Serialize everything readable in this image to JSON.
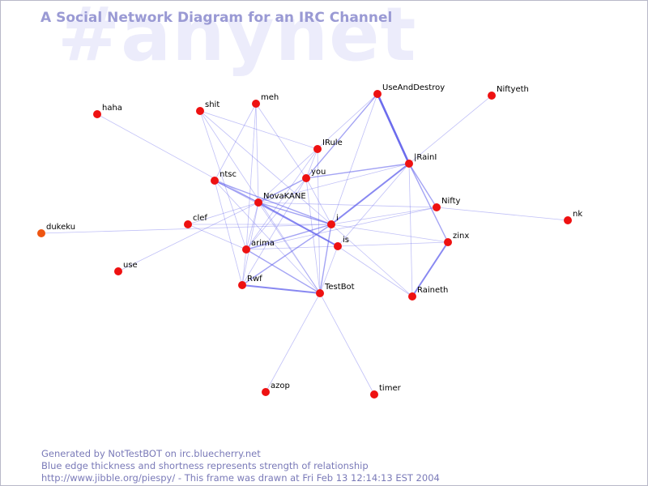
{
  "watermark": "#anynet",
  "title": "A Social Network Diagram for an IRC Channel",
  "colors": {
    "edge": "#5a5aeb",
    "node": "#ee1111",
    "node_alt": "#ee5511",
    "watermark": "#ececfb",
    "text": "#7a7ab8"
  },
  "nodes": [
    {
      "id": "haha",
      "label": "haha"
    },
    {
      "id": "shit",
      "label": "shit"
    },
    {
      "id": "meh",
      "label": "meh"
    },
    {
      "id": "UseAndDestroy",
      "label": "UseAndDestroy"
    },
    {
      "id": "Niftyeth",
      "label": "Niftyeth"
    },
    {
      "id": "IRule",
      "label": "IRule"
    },
    {
      "id": "IRainI",
      "label": "|RainI"
    },
    {
      "id": "you",
      "label": "you"
    },
    {
      "id": "ntsc",
      "label": "ntsc"
    },
    {
      "id": "NovaKANE",
      "label": "NovaKANE"
    },
    {
      "id": "Nifty",
      "label": "Nifty"
    },
    {
      "id": "nk",
      "label": "nk"
    },
    {
      "id": "dukeku",
      "label": "dukeku"
    },
    {
      "id": "clef",
      "label": "clef"
    },
    {
      "id": "i",
      "label": "i"
    },
    {
      "id": "zinx",
      "label": "zinx"
    },
    {
      "id": "is",
      "label": "is"
    },
    {
      "id": "arima",
      "label": "arima"
    },
    {
      "id": "use",
      "label": "use"
    },
    {
      "id": "Rwf",
      "label": "Rwf"
    },
    {
      "id": "TestBot",
      "label": "TestBot"
    },
    {
      "id": "Raineth",
      "label": "Raineth"
    },
    {
      "id": "azop",
      "label": "azop"
    },
    {
      "id": "timer",
      "label": "timer"
    }
  ],
  "edges": [
    {
      "a": "haha",
      "b": "NovaKANE",
      "strength": 1
    },
    {
      "a": "shit",
      "b": "IRule",
      "strength": 1
    },
    {
      "a": "shit",
      "b": "arima",
      "strength": 1
    },
    {
      "a": "shit",
      "b": "TestBot",
      "strength": 1
    },
    {
      "a": "shit",
      "b": "i",
      "strength": 1
    },
    {
      "a": "meh",
      "b": "ntsc",
      "strength": 1
    },
    {
      "a": "meh",
      "b": "NovaKANE",
      "strength": 1
    },
    {
      "a": "meh",
      "b": "you",
      "strength": 1
    },
    {
      "a": "meh",
      "b": "arima",
      "strength": 1
    },
    {
      "a": "UseAndDestroy",
      "b": "IRainI",
      "strength": 4
    },
    {
      "a": "UseAndDestroy",
      "b": "you",
      "strength": 2
    },
    {
      "a": "UseAndDestroy",
      "b": "NovaKANE",
      "strength": 1
    },
    {
      "a": "UseAndDestroy",
      "b": "i",
      "strength": 1
    },
    {
      "a": "Niftyeth",
      "b": "IRainI",
      "strength": 1
    },
    {
      "a": "IRule",
      "b": "TestBot",
      "strength": 1
    },
    {
      "a": "IRule",
      "b": "arima",
      "strength": 1
    },
    {
      "a": "IRule",
      "b": "you",
      "strength": 1
    },
    {
      "a": "IRainI",
      "b": "i",
      "strength": 3
    },
    {
      "a": "IRainI",
      "b": "you",
      "strength": 2
    },
    {
      "a": "IRainI",
      "b": "zinx",
      "strength": 2
    },
    {
      "a": "IRainI",
      "b": "Nifty",
      "strength": 2
    },
    {
      "a": "IRainI",
      "b": "Raineth",
      "strength": 1
    },
    {
      "a": "IRainI",
      "b": "is",
      "strength": 1
    },
    {
      "a": "IRainI",
      "b": "NovaKANE",
      "strength": 1
    },
    {
      "a": "you",
      "b": "NovaKANE",
      "strength": 2
    },
    {
      "a": "you",
      "b": "arima",
      "strength": 1
    },
    {
      "a": "you",
      "b": "Rwf",
      "strength": 1
    },
    {
      "a": "you",
      "b": "TestBot",
      "strength": 1
    },
    {
      "a": "you",
      "b": "i",
      "strength": 1
    },
    {
      "a": "ntsc",
      "b": "NovaKANE",
      "strength": 2
    },
    {
      "a": "ntsc",
      "b": "i",
      "strength": 2
    },
    {
      "a": "ntsc",
      "b": "Rwf",
      "strength": 1
    },
    {
      "a": "ntsc",
      "b": "TestBot",
      "strength": 1
    },
    {
      "a": "ntsc",
      "b": "is",
      "strength": 1
    },
    {
      "a": "NovaKANE",
      "b": "i",
      "strength": 2
    },
    {
      "a": "NovaKANE",
      "b": "is",
      "strength": 3
    },
    {
      "a": "NovaKANE",
      "b": "arima",
      "strength": 1
    },
    {
      "a": "NovaKANE",
      "b": "Rwf",
      "strength": 1
    },
    {
      "a": "NovaKANE",
      "b": "TestBot",
      "strength": 1
    },
    {
      "a": "NovaKANE",
      "b": "clef",
      "strength": 1
    },
    {
      "a": "NovaKANE",
      "b": "use",
      "strength": 1
    },
    {
      "a": "Nifty",
      "b": "nk",
      "strength": 1
    },
    {
      "a": "Nifty",
      "b": "NovaKANE",
      "strength": 1
    },
    {
      "a": "Nifty",
      "b": "i",
      "strength": 1
    },
    {
      "a": "Nifty",
      "b": "arima",
      "strength": 1
    },
    {
      "a": "dukeku",
      "b": "i",
      "strength": 1
    },
    {
      "a": "clef",
      "b": "i",
      "strength": 1
    },
    {
      "a": "clef",
      "b": "arima",
      "strength": 1
    },
    {
      "a": "i",
      "b": "zinx",
      "strength": 1
    },
    {
      "a": "i",
      "b": "arima",
      "strength": 2
    },
    {
      "a": "i",
      "b": "Rwf",
      "strength": 2
    },
    {
      "a": "i",
      "b": "TestBot",
      "strength": 2
    },
    {
      "a": "i",
      "b": "Raineth",
      "strength": 1
    },
    {
      "a": "zinx",
      "b": "Raineth",
      "strength": 3
    },
    {
      "a": "zinx",
      "b": "is",
      "strength": 1
    },
    {
      "a": "is",
      "b": "arima",
      "strength": 1
    },
    {
      "a": "is",
      "b": "Raineth",
      "strength": 1
    },
    {
      "a": "is",
      "b": "TestBot",
      "strength": 1
    },
    {
      "a": "arima",
      "b": "TestBot",
      "strength": 2
    },
    {
      "a": "arima",
      "b": "Rwf",
      "strength": 1
    },
    {
      "a": "Rwf",
      "b": "TestBot",
      "strength": 3
    },
    {
      "a": "TestBot",
      "b": "azop",
      "strength": 1
    },
    {
      "a": "TestBot",
      "b": "timer",
      "strength": 1
    }
  ],
  "footer": {
    "line1": "Generated by NotTestBOT on irc.bluecherry.net",
    "line2": "Blue edge thickness and shortness represents strength of relationship",
    "line3": "http://www.jibble.org/piespy/ - This frame was drawn at Fri Feb 13 12:14:13 EST 2004"
  }
}
